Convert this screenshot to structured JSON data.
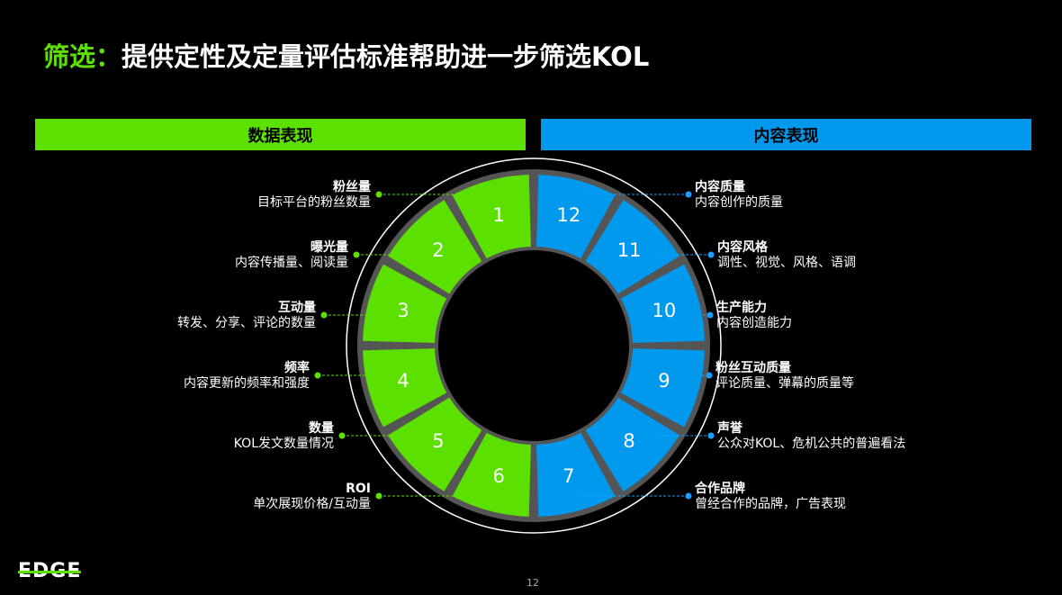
{
  "title": {
    "accent": "筛选：",
    "text": "提供定性及定量评估标准帮助进一步筛选KOL"
  },
  "headers": {
    "left": "数据表现",
    "right": "内容表现"
  },
  "colors": {
    "green": "#5ce000",
    "blue": "#0099ee",
    "ring": "#555555",
    "dot_green": "#5ce000",
    "dot_blue": "#1a9fff"
  },
  "segments": [
    {
      "num": "1",
      "color": "green",
      "title": "粉丝量",
      "desc": "目标平台的粉丝数量"
    },
    {
      "num": "2",
      "color": "green",
      "title": "曝光量",
      "desc": "内容传播量、阅读量"
    },
    {
      "num": "3",
      "color": "green",
      "title": "互动量",
      "desc": "转发、分享、评论的数量"
    },
    {
      "num": "4",
      "color": "green",
      "title": "频率",
      "desc": "内容更新的频率和强度"
    },
    {
      "num": "5",
      "color": "green",
      "title": "数量",
      "desc": "KOL发文数量情况"
    },
    {
      "num": "6",
      "color": "green",
      "title": "ROI",
      "desc": "单次展现价格/互动量"
    },
    {
      "num": "7",
      "color": "blue",
      "title": "合作品牌",
      "desc": "曾经合作的品牌，广告表现"
    },
    {
      "num": "8",
      "color": "blue",
      "title": "声誉",
      "desc": "公众对KOL、危机公共的普遍看法"
    },
    {
      "num": "9",
      "color": "blue",
      "title": "粉丝互动质量",
      "desc": "评论质量、弹幕的质量等"
    },
    {
      "num": "10",
      "color": "blue",
      "title": "生产能力",
      "desc": "内容创造能力"
    },
    {
      "num": "11",
      "color": "blue",
      "title": "内容风格",
      "desc": "调性、视觉、风格、语调"
    },
    {
      "num": "12",
      "color": "blue",
      "title": "内容质量",
      "desc": "内容创作的质量"
    }
  ],
  "footer": {
    "logo": "EDGE",
    "page": "12"
  }
}
